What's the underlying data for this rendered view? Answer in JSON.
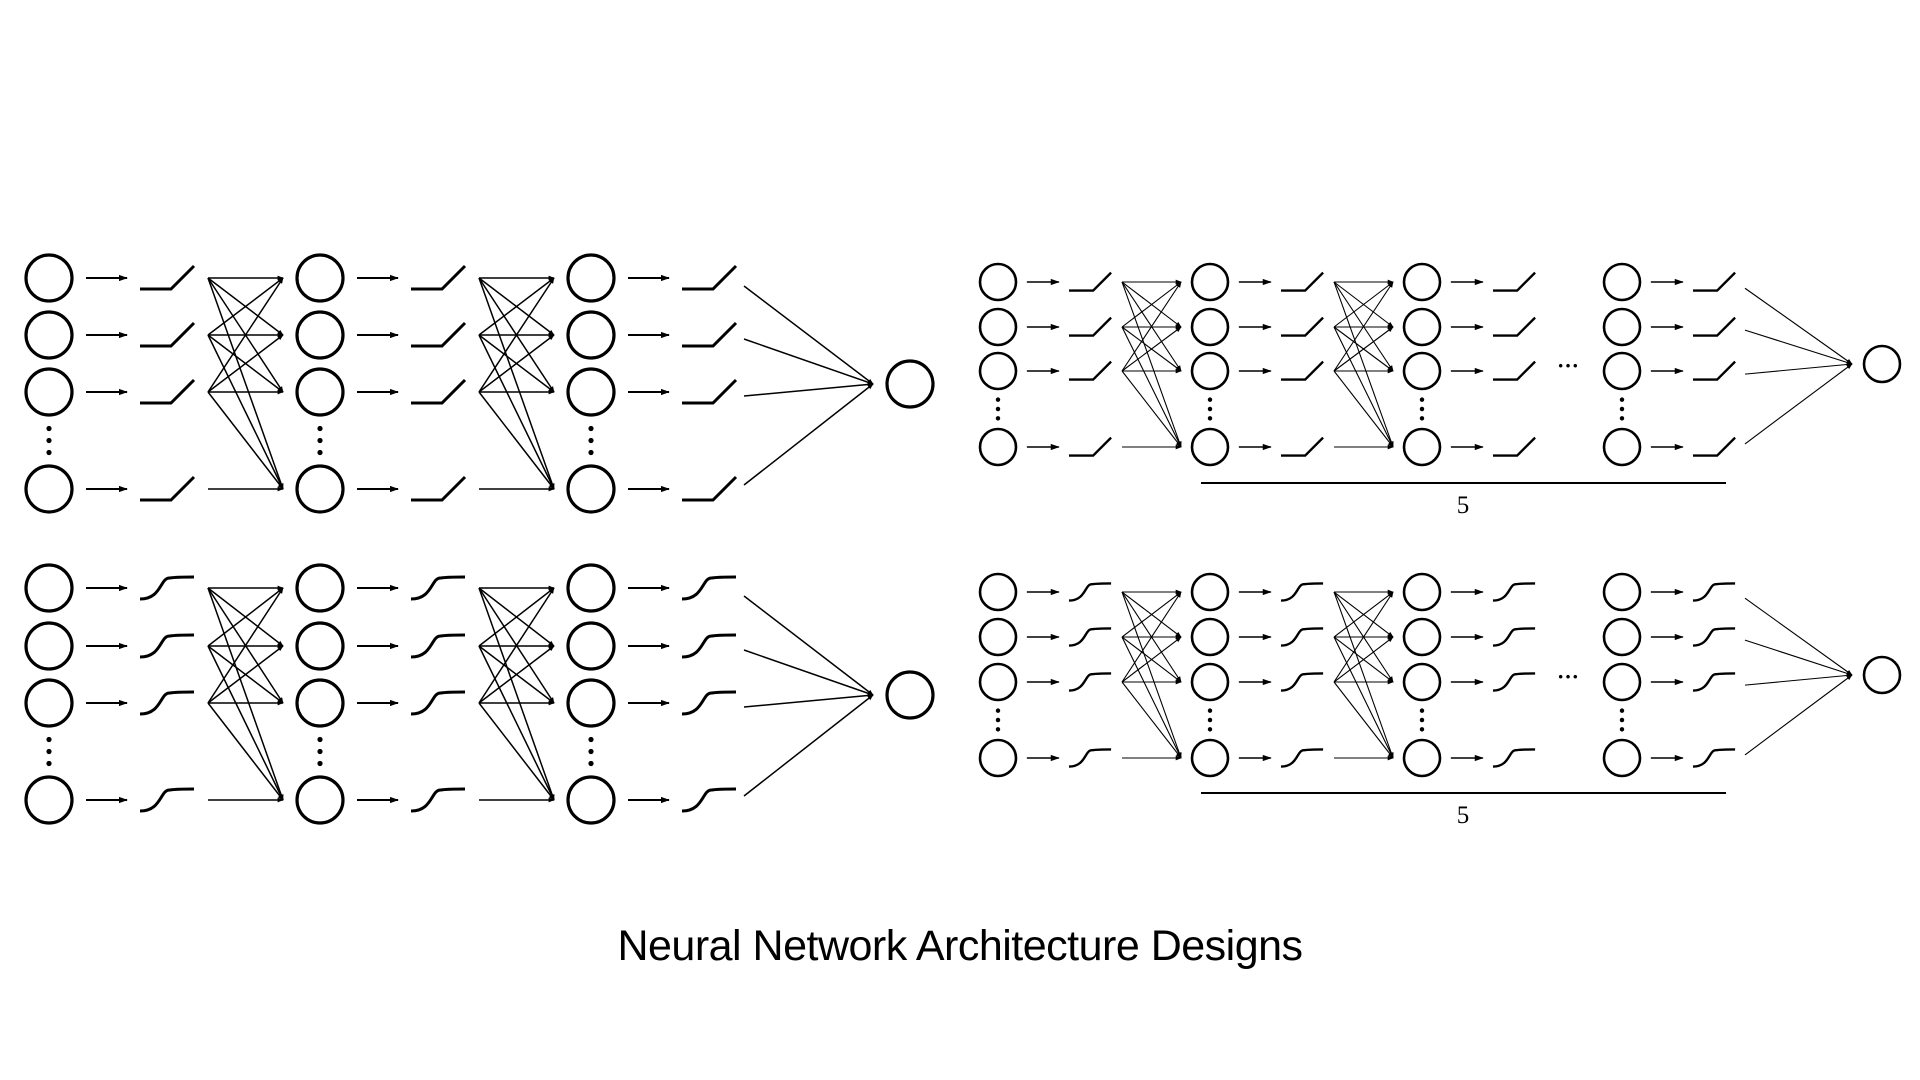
{
  "title": "Neural Network Architecture Designs",
  "colors": {
    "stroke": "#000000",
    "background": "#ffffff"
  },
  "networks": [
    {
      "id": "relu-shallow",
      "activation": "relu",
      "hidden_layers_drawn": 3,
      "nodes_drawn_per_layer": 4,
      "has_vertical_ellipsis": true,
      "has_layer_ellipsis": false,
      "repeat_label": null,
      "output_nodes": 1
    },
    {
      "id": "relu-deep",
      "activation": "relu",
      "hidden_layers_drawn": 4,
      "nodes_drawn_per_layer": 4,
      "has_vertical_ellipsis": true,
      "has_layer_ellipsis": true,
      "layer_ellipsis_text": "···",
      "repeat_label": "5",
      "output_nodes": 1
    },
    {
      "id": "sigmoid-shallow",
      "activation": "sigmoid",
      "hidden_layers_drawn": 3,
      "nodes_drawn_per_layer": 4,
      "has_vertical_ellipsis": true,
      "has_layer_ellipsis": false,
      "repeat_label": null,
      "output_nodes": 1
    },
    {
      "id": "sigmoid-deep",
      "activation": "sigmoid",
      "hidden_layers_drawn": 4,
      "nodes_drawn_per_layer": 4,
      "has_vertical_ellipsis": true,
      "has_layer_ellipsis": true,
      "layer_ellipsis_text": "···",
      "repeat_label": "5",
      "output_nodes": 1
    }
  ]
}
